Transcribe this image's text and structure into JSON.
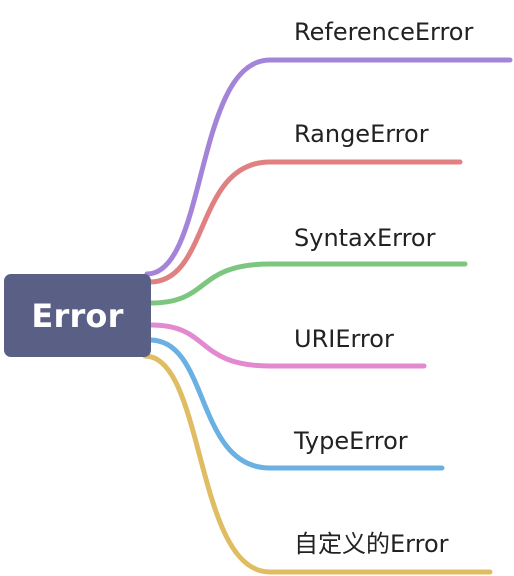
{
  "root": {
    "label": "Error",
    "fill": "#5a5f86"
  },
  "branches": [
    {
      "label": "ReferenceError",
      "color": "#a484d8"
    },
    {
      "label": "RangeError",
      "color": "#e08080"
    },
    {
      "label": "SyntaxError",
      "color": "#7cc67f"
    },
    {
      "label": "URIError",
      "color": "#e389cf"
    },
    {
      "label": "TypeError",
      "color": "#6ab0e2"
    },
    {
      "label": "自定义的Error",
      "color": "#e0bc62"
    }
  ]
}
